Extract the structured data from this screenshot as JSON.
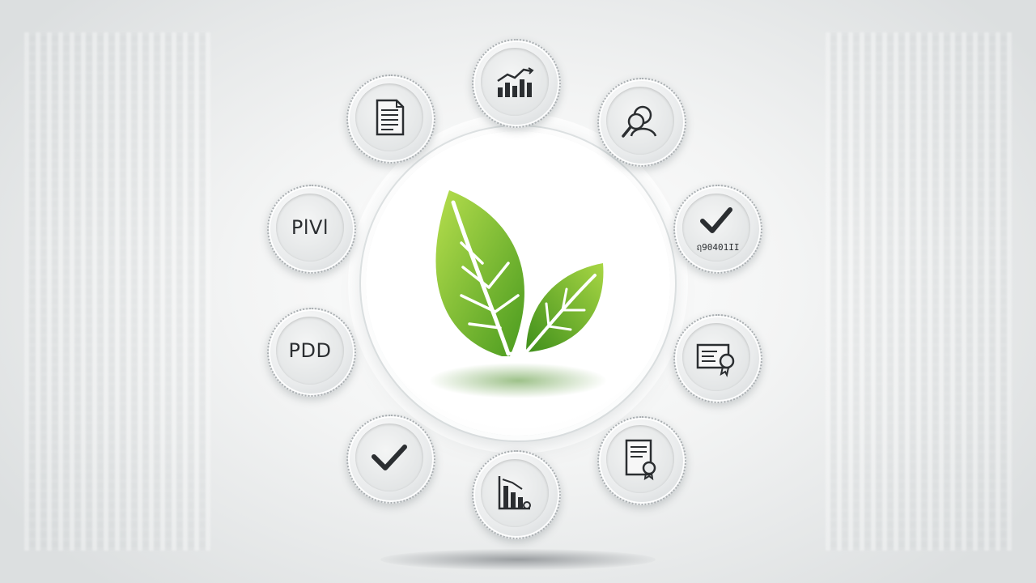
{
  "badges": {
    "plv": {
      "label": "PlVl",
      "icon": "text-label-icon"
    },
    "pdd": {
      "label": "PDD",
      "icon": "text-label-icon"
    },
    "document": {
      "icon": "document-icon"
    },
    "growth_chart": {
      "icon": "growth-chart-icon"
    },
    "search_person": {
      "icon": "search-person-icon"
    },
    "verified_check": {
      "icon": "check-icon",
      "caption": "ฤ90401II"
    },
    "certificate": {
      "icon": "certificate-icon"
    },
    "report_seal": {
      "icon": "report-seal-icon"
    },
    "bar_chart": {
      "icon": "bar-chart-icon"
    },
    "check": {
      "icon": "check-icon"
    }
  },
  "center": {
    "icon": "leaf-icon"
  },
  "colors": {
    "leaf_light": "#9fd13a",
    "leaf_dark": "#4a9b1f",
    "badge_ink": "#2b2e31"
  }
}
